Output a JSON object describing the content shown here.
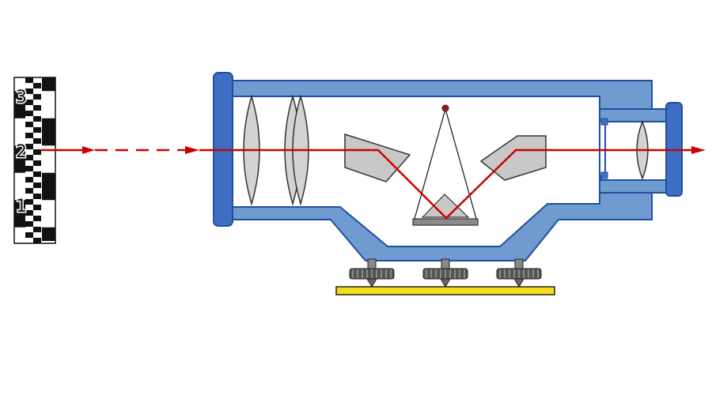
{
  "staff": {
    "labels": [
      "3",
      "2",
      "1"
    ]
  },
  "colors": {
    "housing_fill": "#6f9bd1",
    "housing_stroke": "#1f4f9e",
    "cap_fill": "#3e6fc4",
    "lens_fill": "#d3d3d3",
    "lens_stroke": "#333333",
    "prism_fill": "#c8c8c8",
    "beam": "#cc0000",
    "base_plate": "#f5dc1a",
    "screw_fill": "#555555",
    "staff_black": "#111111"
  },
  "icons": {
    "staff": "leveling-staff-icon",
    "screw": "foot-screw-icon",
    "arrow": "beam-arrow-icon"
  }
}
